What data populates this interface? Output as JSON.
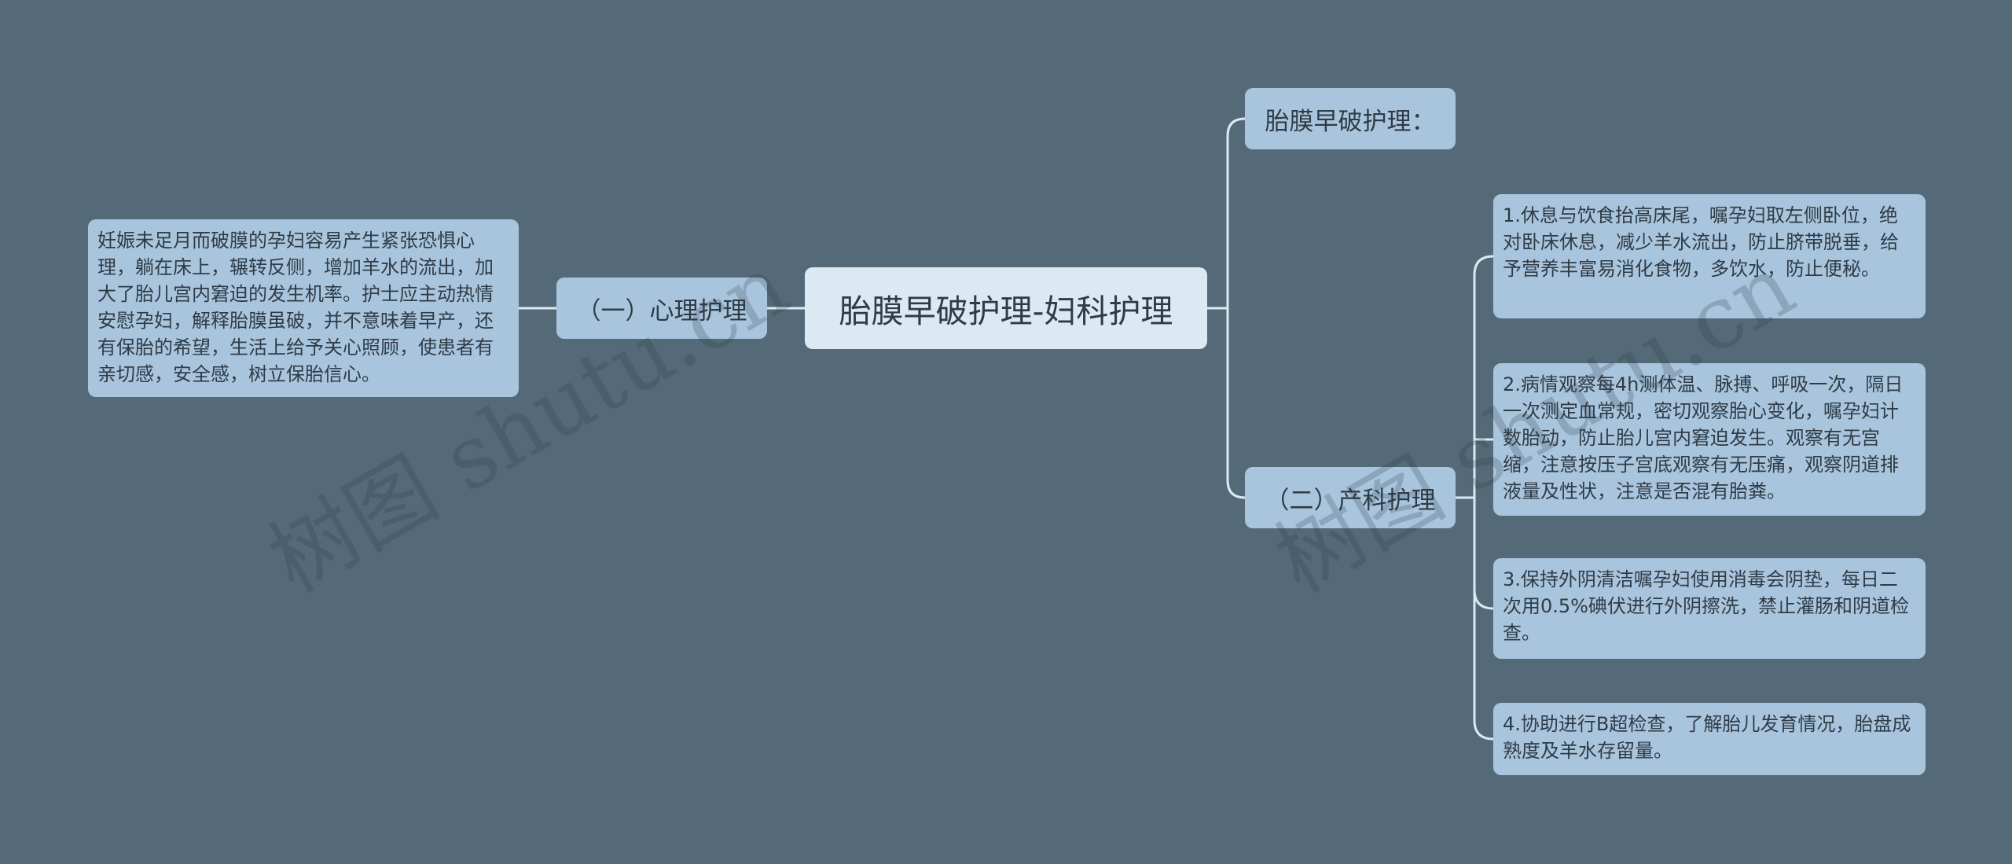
{
  "root": {
    "label": "胎膜早破护理-妇科护理"
  },
  "left_branch": {
    "label": "（一）心理护理",
    "detail": "妊娠未足月而破膜的孕妇容易产生紧张恐惧心理，躺在床上，辗转反侧，增加羊水的流出，加大了胎儿宫内窘迫的发生机率。护士应主动热情安慰孕妇，解释胎膜虽破，并不意味着早产，还有保胎的希望，生活上给予关心照顾，使患者有亲切感，安全感，树立保胎信心。"
  },
  "right_branches": [
    {
      "label": "胎膜早破护理："
    },
    {
      "label": "（二）产科护理",
      "items": [
        "1.休息与饮食抬高床尾，嘱孕妇取左侧卧位，绝对卧床休息，减少羊水流出，防止脐带脱垂，给予营养丰富易消化食物，多饮水，防止便秘。",
        "2.病情观察每4h测体温、脉搏、呼吸一次，隔日一次测定血常规，密切观察胎心变化，嘱孕妇计数胎动，防止胎儿宫内窘迫发生。观察有无宫缩，注意按压子宫底观察有无压痛，观察阴道排液量及性状，注意是否混有胎粪。",
        "3.保持外阴清洁嘱孕妇使用消毒会阴垫，每日二次用0.5%碘伏进行外阴擦洗，禁止灌肠和阴道检查。",
        "4.协助进行B超检查，了解胎儿发育情况，胎盘成熟度及羊水存留量。"
      ]
    }
  ],
  "watermark": "树图 shutu.cn",
  "colors": {
    "background": "#546a79",
    "root_fill": "#dce9f2",
    "node_fill": "#a9c5de",
    "connector": "#dce9f2"
  }
}
